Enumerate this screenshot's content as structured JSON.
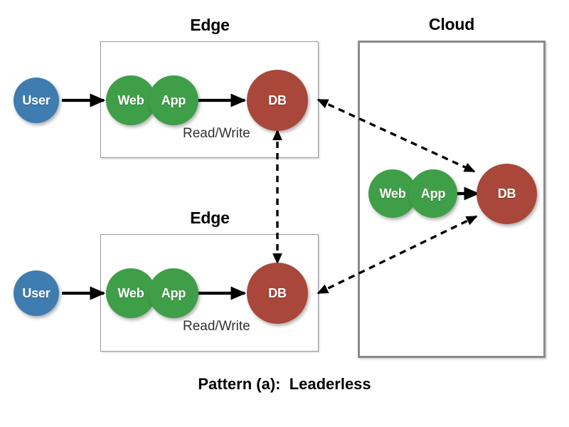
{
  "diagram": {
    "caption": "Pattern (a):  Leaderless",
    "colors": {
      "user": "#3f7cb0",
      "service": "#3f9e48",
      "database": "#a8473a",
      "edge_border": "#9a9a9e",
      "cloud_border": "#8a8a8e",
      "arrow": "#000000",
      "background": "#ffffff"
    },
    "groups": [
      {
        "id": "edge-top",
        "label": "Edge",
        "kind": "edge",
        "nodes": [
          {
            "id": "edge-top-web",
            "label": "Web",
            "type": "service"
          },
          {
            "id": "edge-top-app",
            "label": "App",
            "type": "service"
          },
          {
            "id": "edge-top-db",
            "label": "DB",
            "type": "database"
          }
        ],
        "annotation": "Read/Write"
      },
      {
        "id": "edge-bottom",
        "label": "Edge",
        "kind": "edge",
        "nodes": [
          {
            "id": "edge-bottom-web",
            "label": "Web",
            "type": "service"
          },
          {
            "id": "edge-bottom-app",
            "label": "App",
            "type": "service"
          },
          {
            "id": "edge-bottom-db",
            "label": "DB",
            "type": "database"
          }
        ],
        "annotation": "Read/Write"
      },
      {
        "id": "cloud",
        "label": "Cloud",
        "kind": "cloud",
        "nodes": [
          {
            "id": "cloud-web",
            "label": "Web",
            "type": "service"
          },
          {
            "id": "cloud-app",
            "label": "App",
            "type": "service"
          },
          {
            "id": "cloud-db",
            "label": "DB",
            "type": "database"
          }
        ],
        "annotation": null
      }
    ],
    "external_nodes": [
      {
        "id": "user-top",
        "label": "User",
        "type": "user"
      },
      {
        "id": "user-bottom",
        "label": "User",
        "type": "user"
      }
    ],
    "edges": [
      {
        "id": "user-top-to-web",
        "from": "user-top",
        "to": "edge-top-web",
        "style": "solid",
        "direction": "one-way"
      },
      {
        "id": "edge-top-app-to-db",
        "from": "edge-top-app",
        "to": "edge-top-db",
        "style": "solid",
        "direction": "one-way",
        "label": "Read/Write"
      },
      {
        "id": "user-bottom-to-web",
        "from": "user-bottom",
        "to": "edge-bottom-web",
        "style": "solid",
        "direction": "one-way"
      },
      {
        "id": "edge-bottom-app-to-db",
        "from": "edge-bottom-app",
        "to": "edge-bottom-db",
        "style": "solid",
        "direction": "one-way",
        "label": "Read/Write"
      },
      {
        "id": "cloud-app-to-db",
        "from": "cloud-app",
        "to": "cloud-db",
        "style": "solid",
        "direction": "one-way"
      },
      {
        "id": "edge-top-db-to-cloud-db",
        "from": "edge-top-db",
        "to": "cloud-db",
        "style": "dashed",
        "direction": "bidirectional"
      },
      {
        "id": "edge-bottom-db-to-cloud-db",
        "from": "edge-bottom-db",
        "to": "cloud-db",
        "style": "dashed",
        "direction": "bidirectional"
      },
      {
        "id": "edge-top-db-to-edge-bottom-db",
        "from": "edge-top-db",
        "to": "edge-bottom-db",
        "style": "dashed",
        "direction": "bidirectional"
      }
    ]
  }
}
